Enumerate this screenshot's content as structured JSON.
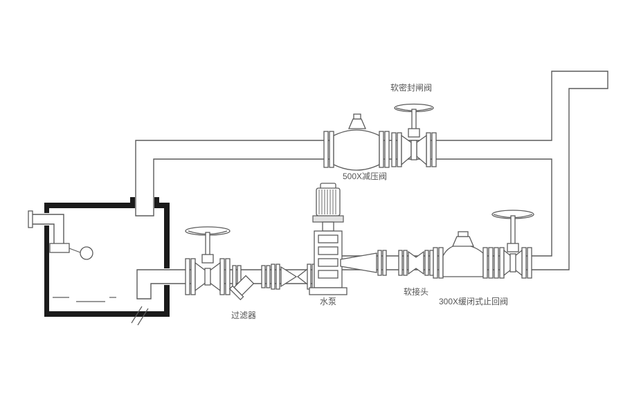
{
  "diagram": {
    "type": "piping-schematic",
    "labels": {
      "soft_seal_gate_valve": "软密封闸阀",
      "pressure_reducing_valve": "500X减压阀",
      "strainer": "过滤器",
      "pump": "水泵",
      "flexible_joint": "软接头",
      "check_valve": "300X缓闭式止回阀"
    },
    "colors": {
      "line": "#5a5a5a",
      "wall": "#1b1b1b",
      "label_text": "#555555",
      "background": "#ffffff"
    }
  }
}
